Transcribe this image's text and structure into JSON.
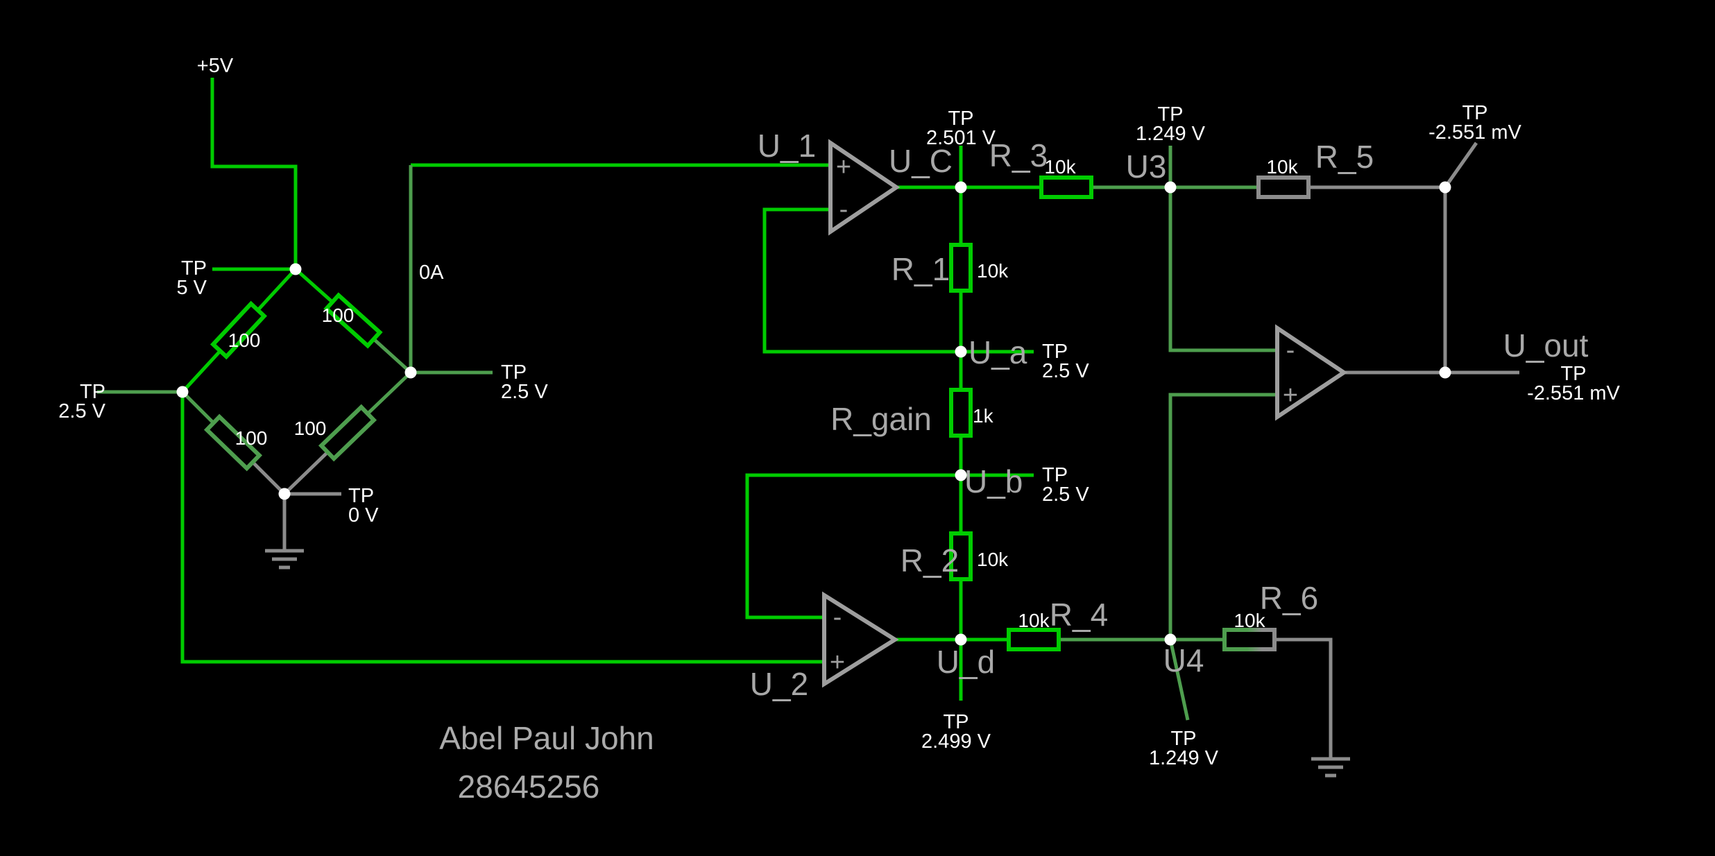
{
  "colors": {
    "background": "#000000",
    "wire_bright_green": "#00CC00",
    "wire_muted_green": "#4E9E4E",
    "wire_ground_gray": "#8C8C8C",
    "component_outline_gray": "#9E9E9E",
    "label_gray": "#A8A8A8",
    "text_white": "#FFFFFF"
  },
  "schematic": {
    "supply_label": "+5V",
    "current_label": "0A",
    "bridge": {
      "r_topleft": "100",
      "r_topright": "100",
      "r_bottomleft": "100",
      "r_bottomright": "100",
      "tp_top": {
        "label": "TP",
        "value": "5 V"
      },
      "tp_left": {
        "label": "TP",
        "value": "2.5 V"
      },
      "tp_right": {
        "label": "TP",
        "value": "2.5 V"
      },
      "tp_bottom": {
        "label": "TP",
        "value": "0 V"
      }
    },
    "opamps": {
      "u1": {
        "name": "U_1",
        "plus": "+",
        "minus": "-"
      },
      "u2": {
        "name": "U_2",
        "plus": "+",
        "minus": "-"
      },
      "out": {
        "plus": "+",
        "minus": "-"
      }
    },
    "resistors": {
      "r1": {
        "name": "R_1",
        "value": "10k"
      },
      "r2": {
        "name": "R_2",
        "value": "10k"
      },
      "r3": {
        "name": "R_3",
        "value": "10k"
      },
      "r4": {
        "name": "R_4",
        "value": "10k"
      },
      "r5": {
        "name": "R_5",
        "value": "10k"
      },
      "r6": {
        "name": "R_6",
        "value": "10k"
      },
      "rgain": {
        "name": "R_gain",
        "value": "1k"
      }
    },
    "nets": {
      "uc": {
        "name": "U_C",
        "tp": {
          "label": "TP",
          "value": "2.501 V"
        }
      },
      "ua": {
        "name": "U_a",
        "tp": {
          "label": "TP",
          "value": "2.5 V"
        }
      },
      "ub": {
        "name": "U_b",
        "tp": {
          "label": "TP",
          "value": "2.5 V"
        }
      },
      "ud": {
        "name": "U_d",
        "tp": {
          "label": "TP",
          "value": "2.499 V"
        }
      },
      "u3": {
        "name": "U3",
        "tp": {
          "label": "TP",
          "value": "1.249 V"
        }
      },
      "u4": {
        "name": "U4",
        "tp": {
          "label": "TP",
          "value": "1.249 V"
        }
      },
      "uout": {
        "name": "U_out",
        "tp": {
          "label": "TP",
          "value": "-2.551 mV"
        }
      },
      "out_top": {
        "tp": {
          "label": "TP",
          "value": "-2.551 mV"
        }
      }
    },
    "title_block": {
      "author": "Abel Paul John",
      "id_number": "28645256"
    }
  }
}
